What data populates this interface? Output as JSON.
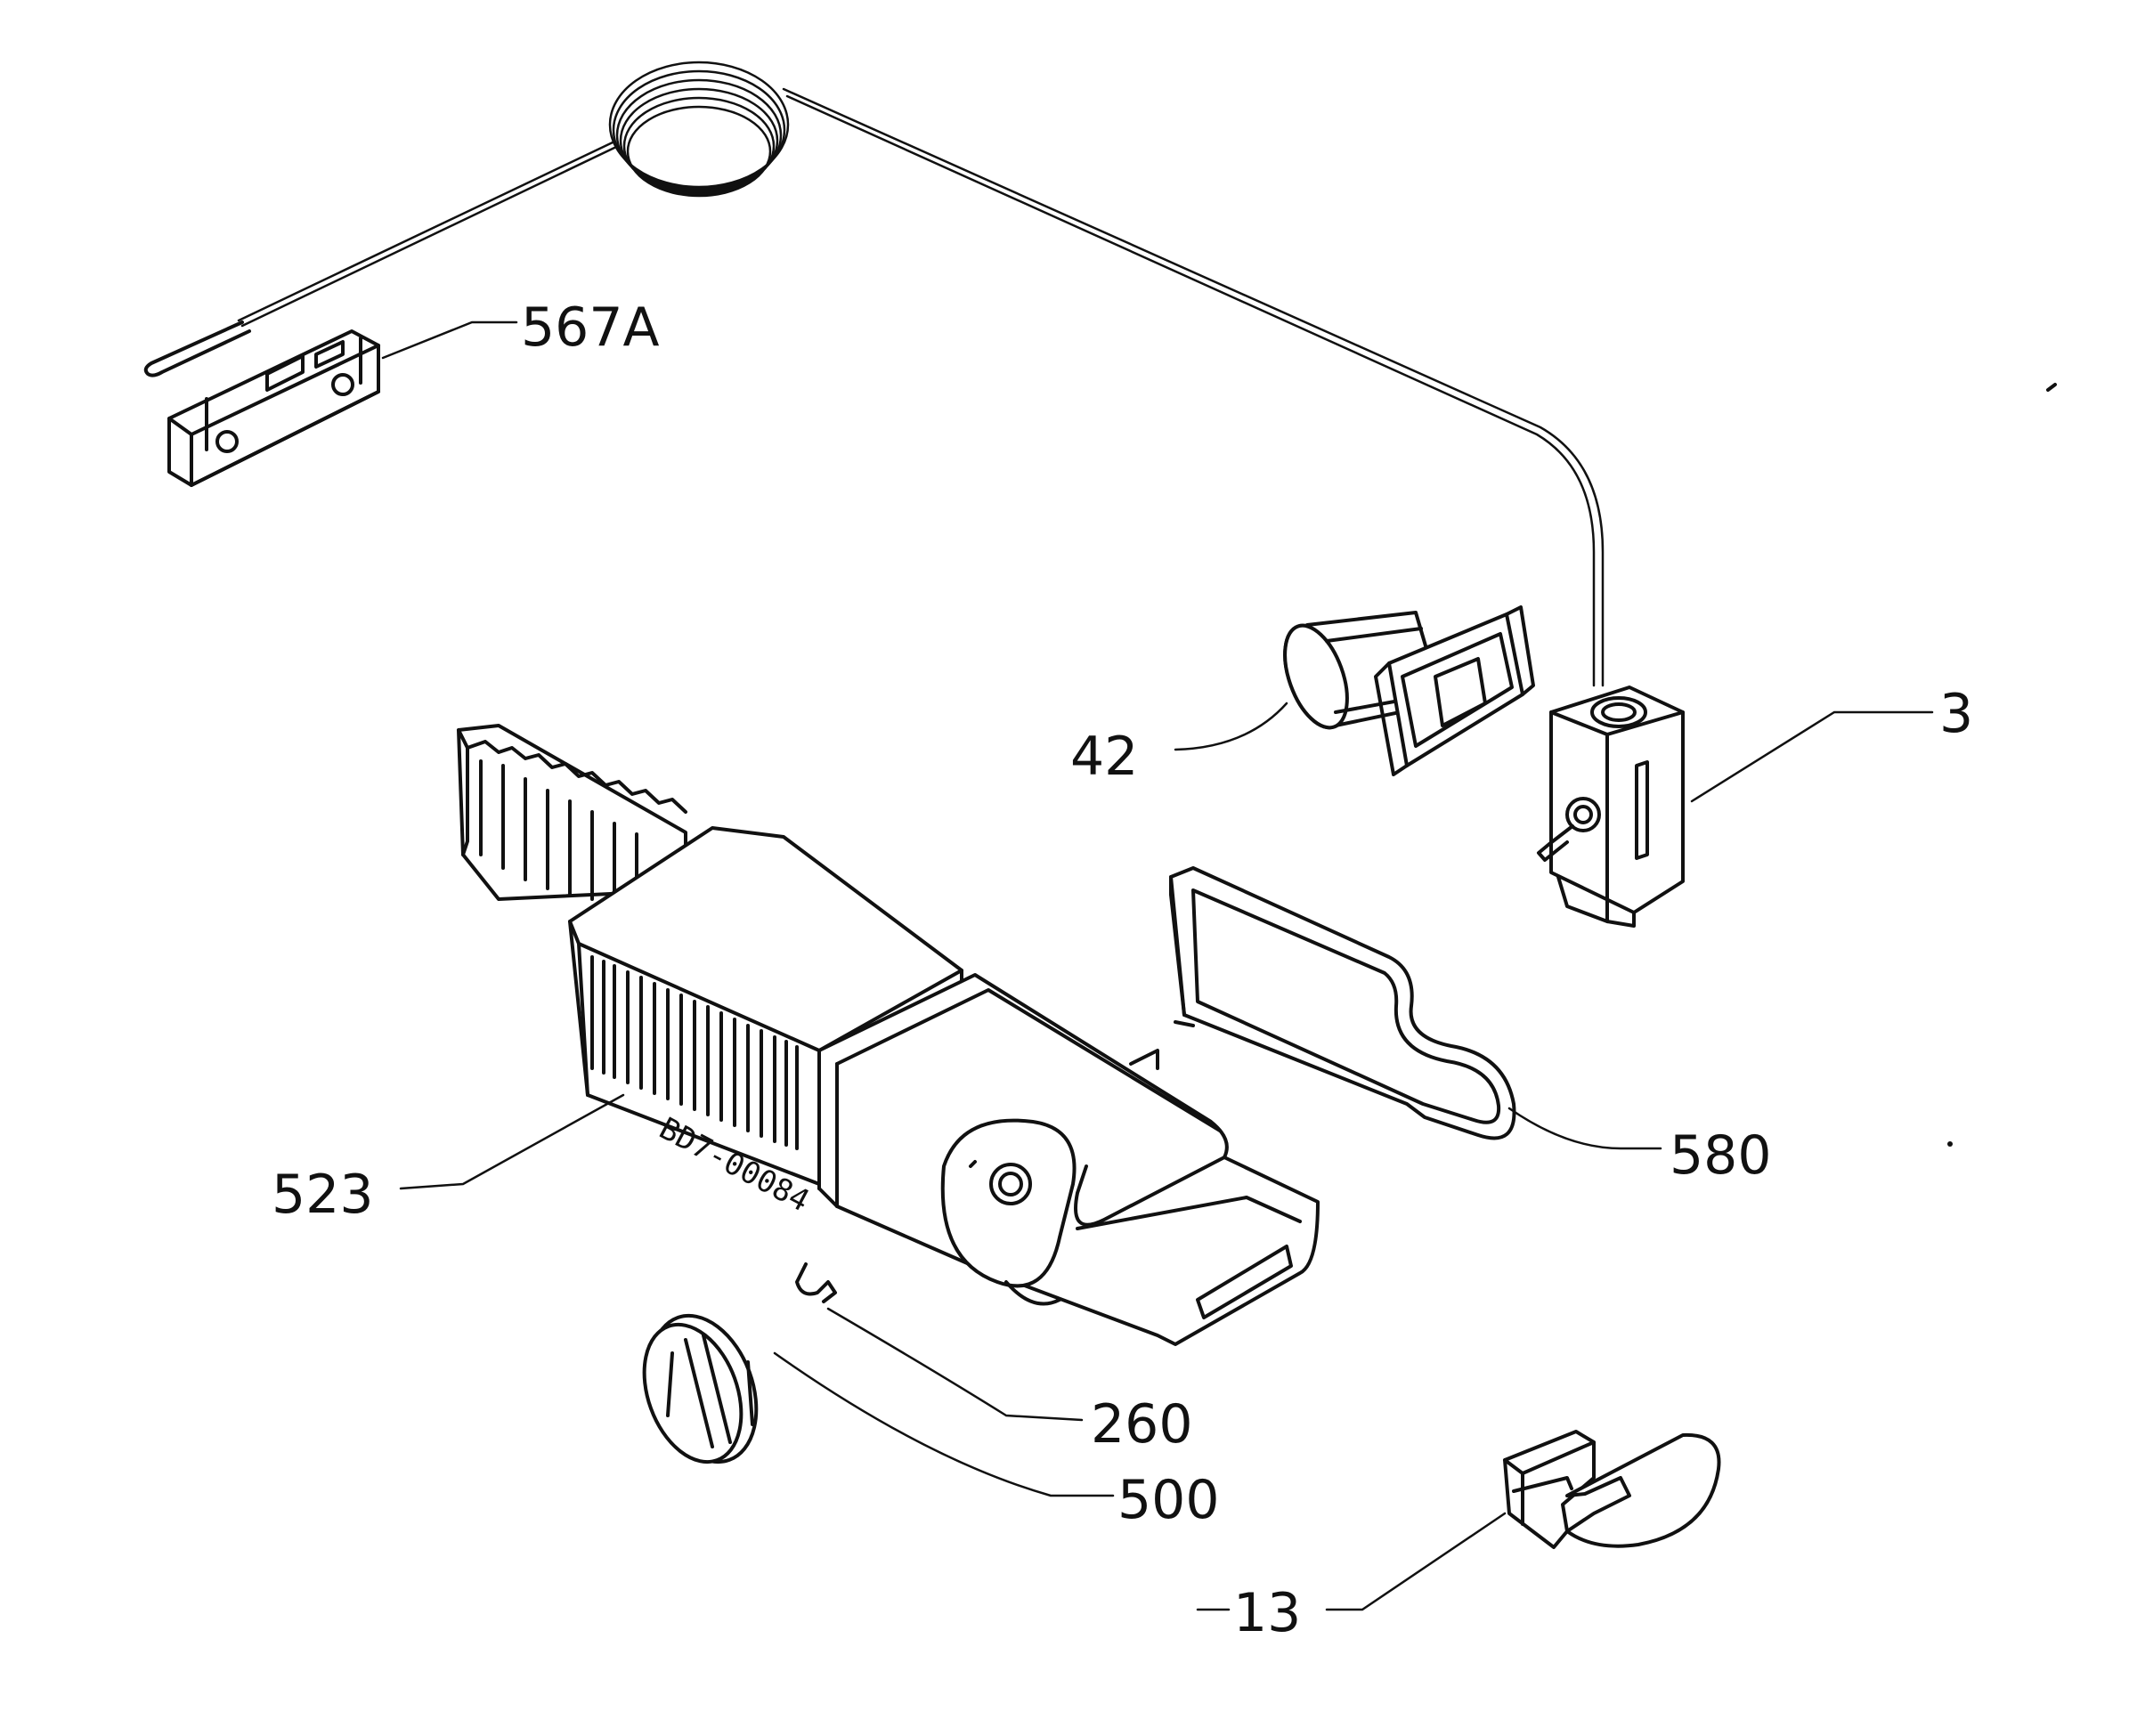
{
  "callouts": {
    "label_567A": "567A",
    "label_42": "42",
    "label_3": "3",
    "label_523": "523",
    "label_580": "580",
    "label_260": "260",
    "label_500": "500",
    "label_13": "13"
  },
  "housing_stamp": "BD7-00084"
}
